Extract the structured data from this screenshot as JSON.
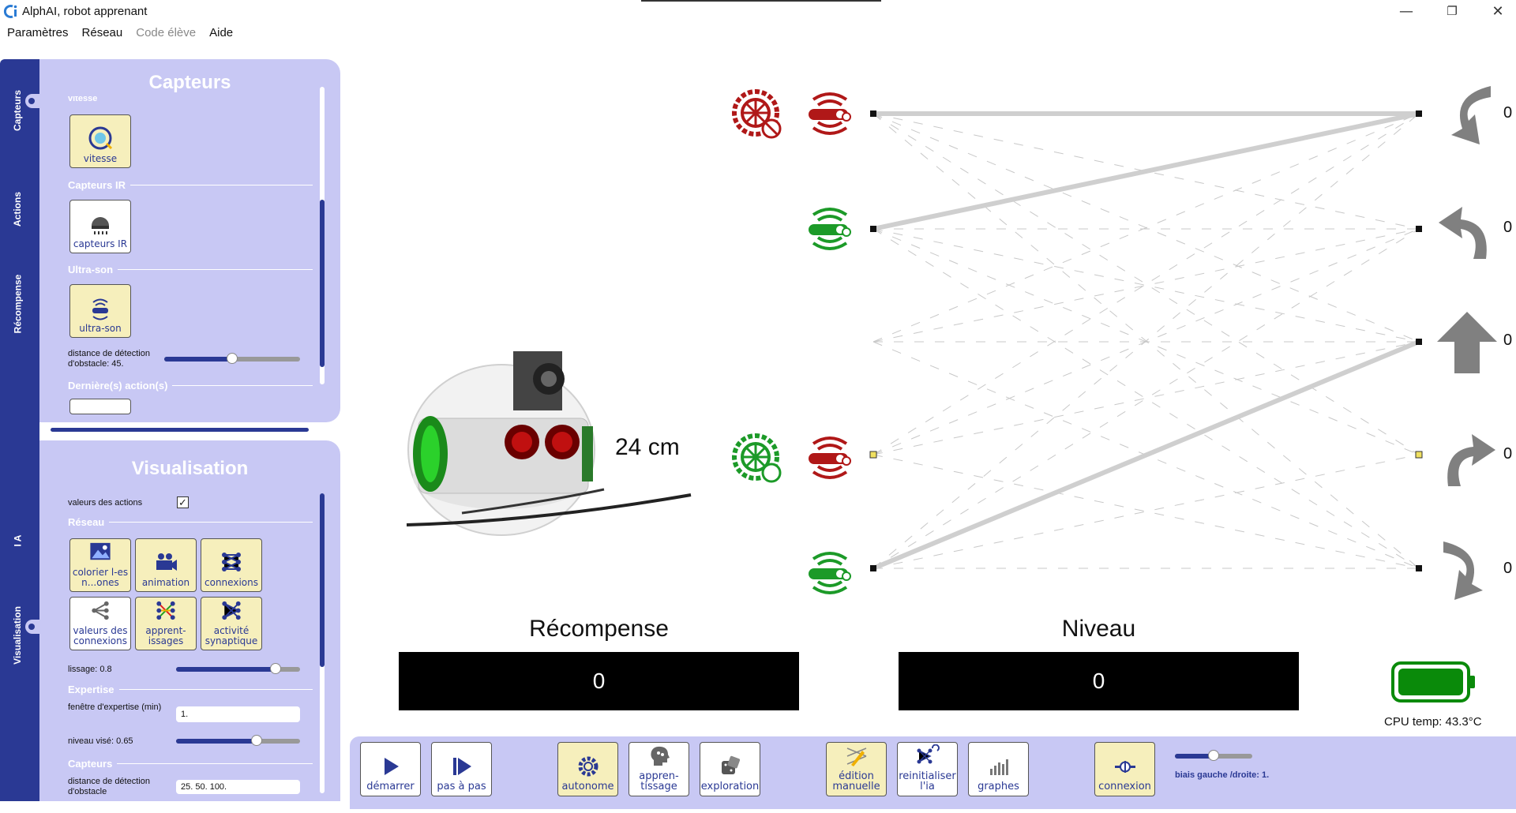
{
  "window": {
    "title": "AlphAI, robot apprenant",
    "minimize_glyph": "—",
    "maximize_glyph": "❐",
    "close_glyph": "✕"
  },
  "menu": {
    "items": [
      "Paramètres",
      "Réseau",
      "Code élève",
      "Aide"
    ]
  },
  "side_tabs": {
    "capteurs": "Capteurs",
    "actions": "Actions",
    "recompense": "Récompense",
    "ia": "I A",
    "visualisation": "Visualisation"
  },
  "capteurs_panel": {
    "title": "Capteurs",
    "cut_label": "vitesse",
    "vitesse_label": "vitesse",
    "section_ir": "Capteurs IR",
    "ir_label": "capteurs IR",
    "section_us": "Ultra-son",
    "us_label": "ultra-son",
    "obstacle_label": "distance de détection d'obstacle: 45.",
    "obstacle_level": 0.5,
    "section_last": "Dernière(s) action(s)"
  },
  "visu_panel": {
    "title": "Visualisation",
    "action_values_label": "valeurs des actions",
    "action_values_checked": "✓",
    "section_reseau": "Réseau",
    "buttons": {
      "colorier": "colorier l-es n...ones",
      "animation": "animation",
      "connexions": "connexions",
      "valeurs": "valeurs des connexions",
      "apprentissages": "apprent-issages",
      "activite": "activité synaptique"
    },
    "lissage_label": "lissage: 0.8",
    "lissage_level": 0.8,
    "section_expertise": "Expertise",
    "fenetre_label": "fenêtre d'expertise (min)",
    "fenetre_value": "1.",
    "niveau_label": "niveau visé: 0.65",
    "niveau_level": 0.65,
    "section_capteurs": "Capteurs",
    "distance_label": "distance de détection d'obstacle",
    "distance_value": "25. 50. 100."
  },
  "main": {
    "distance_readout": "24 cm",
    "outputs": [
      "0",
      "0",
      "0",
      "0",
      "0"
    ],
    "reward_title": "Récompense",
    "reward_value": "0",
    "level_title": "Niveau",
    "level_value": "0",
    "cpu_temp": "CPU temp: 43.3°C"
  },
  "toolbar": {
    "demarrer": "démarrer",
    "pas_a_pas": "pas à pas",
    "autonome": "autonome",
    "apprentissage": "appren-tissage",
    "exploration": "exploration",
    "edition": "édition manuelle",
    "reinitialiser": "reinitialiser l'ia",
    "graphes": "graphes",
    "connexion": "connexion",
    "bias_label": "biais gauche /droite: 1.",
    "bias_level": 0.5
  },
  "colors": {
    "panel_bg": "#c8c8f4",
    "accent": "#2a3994",
    "tool_yellow": "#f6efbc",
    "sensor_red": "#b01818",
    "sensor_green": "#1c9a28",
    "highlight_connection": "#f0c419",
    "battery_green": "#0a8a0a"
  }
}
